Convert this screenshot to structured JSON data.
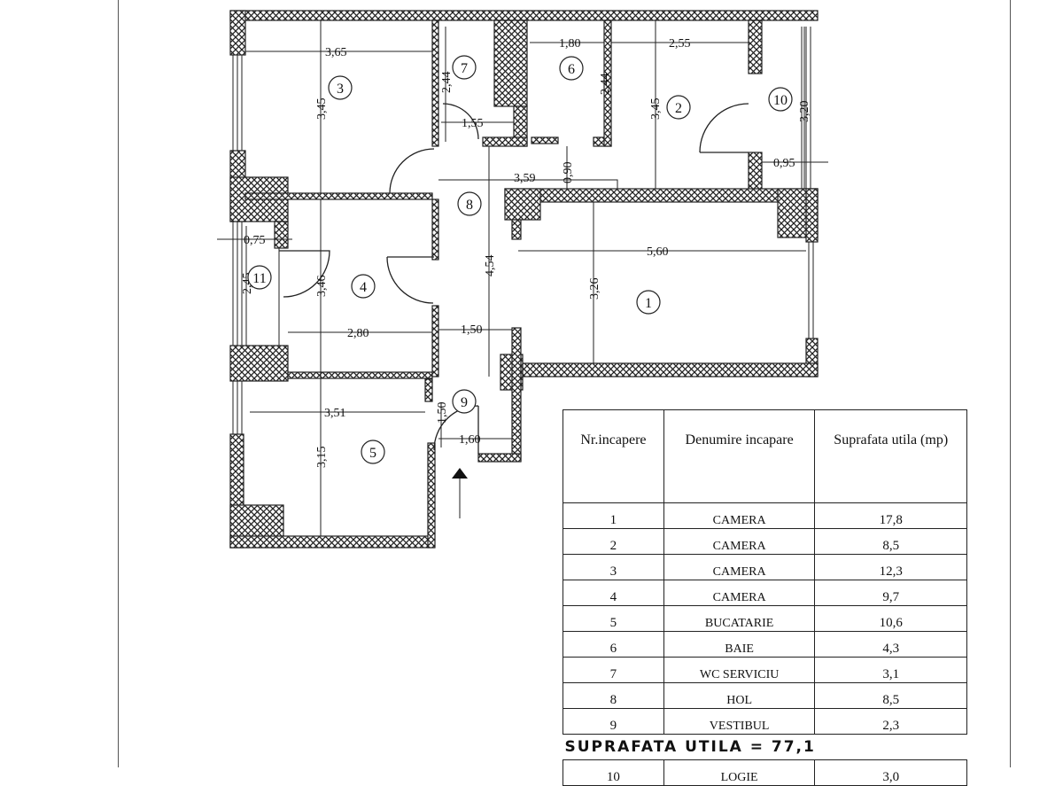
{
  "plan": {
    "rooms": [
      "1",
      "2",
      "3",
      "4",
      "5",
      "6",
      "7",
      "8",
      "9",
      "10",
      "11"
    ],
    "dimensions": {
      "r3_width": "3,65",
      "r3_height": "3,45",
      "r7_height": "2,44",
      "r7_width": "1,55",
      "r6_width": "1,80",
      "r6_height": "2,44",
      "r2_width": "2,55",
      "r2_height": "3,45",
      "r10_height": "3,20",
      "r10_width": "0,95",
      "hall_width": "3,59",
      "hall_gap": "0,90",
      "hall_length": "4,54",
      "hall_lower": "1,50",
      "r1_width": "5,60",
      "r1_height": "3,26",
      "r11_width": "0,75",
      "r11_height": "2,45",
      "r4_height": "3,46",
      "r4_width": "2,80",
      "r5_width": "3,51",
      "r5_height": "3,15",
      "r9_height": "1,50",
      "r9_width": "1,60"
    }
  },
  "table": {
    "headers": [
      "Nr.incapere",
      "Denumire incapare",
      "Suprafata utila (mp)"
    ],
    "rows": [
      {
        "nr": "1",
        "name": "CAMERA",
        "area": "17,8"
      },
      {
        "nr": "2",
        "name": "CAMERA",
        "area": "8,5"
      },
      {
        "nr": "3",
        "name": "CAMERA",
        "area": "12,3"
      },
      {
        "nr": "4",
        "name": "CAMERA",
        "area": "9,7"
      },
      {
        "nr": "5",
        "name": "BUCATARIE",
        "area": "10,6"
      },
      {
        "nr": "6",
        "name": "BAIE",
        "area": "4,3"
      },
      {
        "nr": "7",
        "name": "WC SERVICIU",
        "area": "3,1"
      },
      {
        "nr": "8",
        "name": "HOL",
        "area": "8,5"
      },
      {
        "nr": "9",
        "name": "VESTIBUL",
        "area": "2,3"
      }
    ],
    "summary": "SUPRAFATA UTILA =  77,1",
    "extra_rows": [
      {
        "nr": "10",
        "name": "LOGIE",
        "area": "3,0"
      }
    ]
  }
}
